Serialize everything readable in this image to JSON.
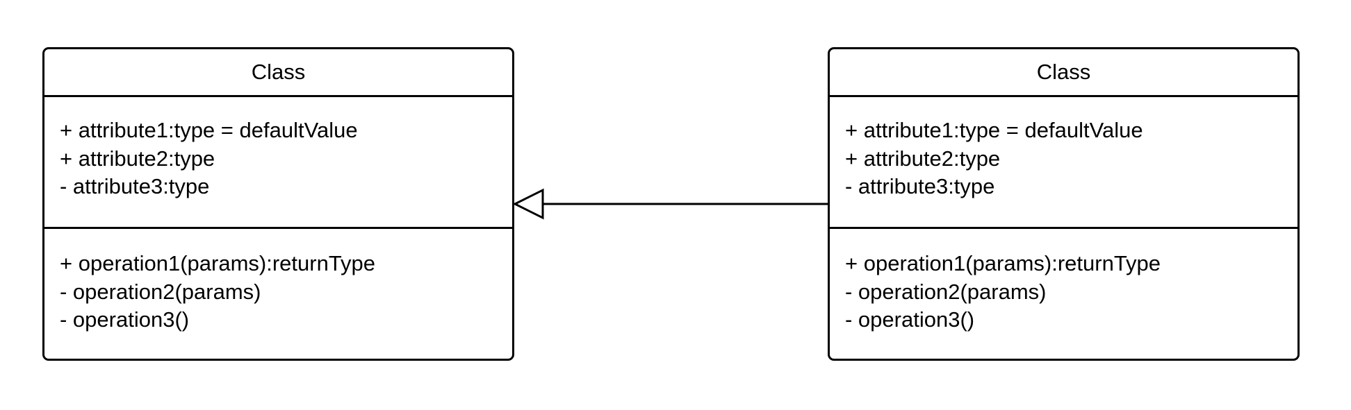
{
  "classes": [
    {
      "name": "Class",
      "attributes": [
        "+ attribute1:type = defaultValue",
        "+ attribute2:type",
        "- attribute3:type"
      ],
      "operations": [
        "+ operation1(params):returnType",
        "- operation2(params)",
        "- operation3()"
      ]
    },
    {
      "name": "Class",
      "attributes": [
        "+ attribute1:type = defaultValue",
        "+ attribute2:type",
        "- attribute3:type"
      ],
      "operations": [
        "+ operation1(params):returnType",
        "- operation2(params)",
        "- operation3()"
      ]
    }
  ],
  "relationship": {
    "type": "generalization",
    "from": "right class",
    "to": "left class"
  }
}
